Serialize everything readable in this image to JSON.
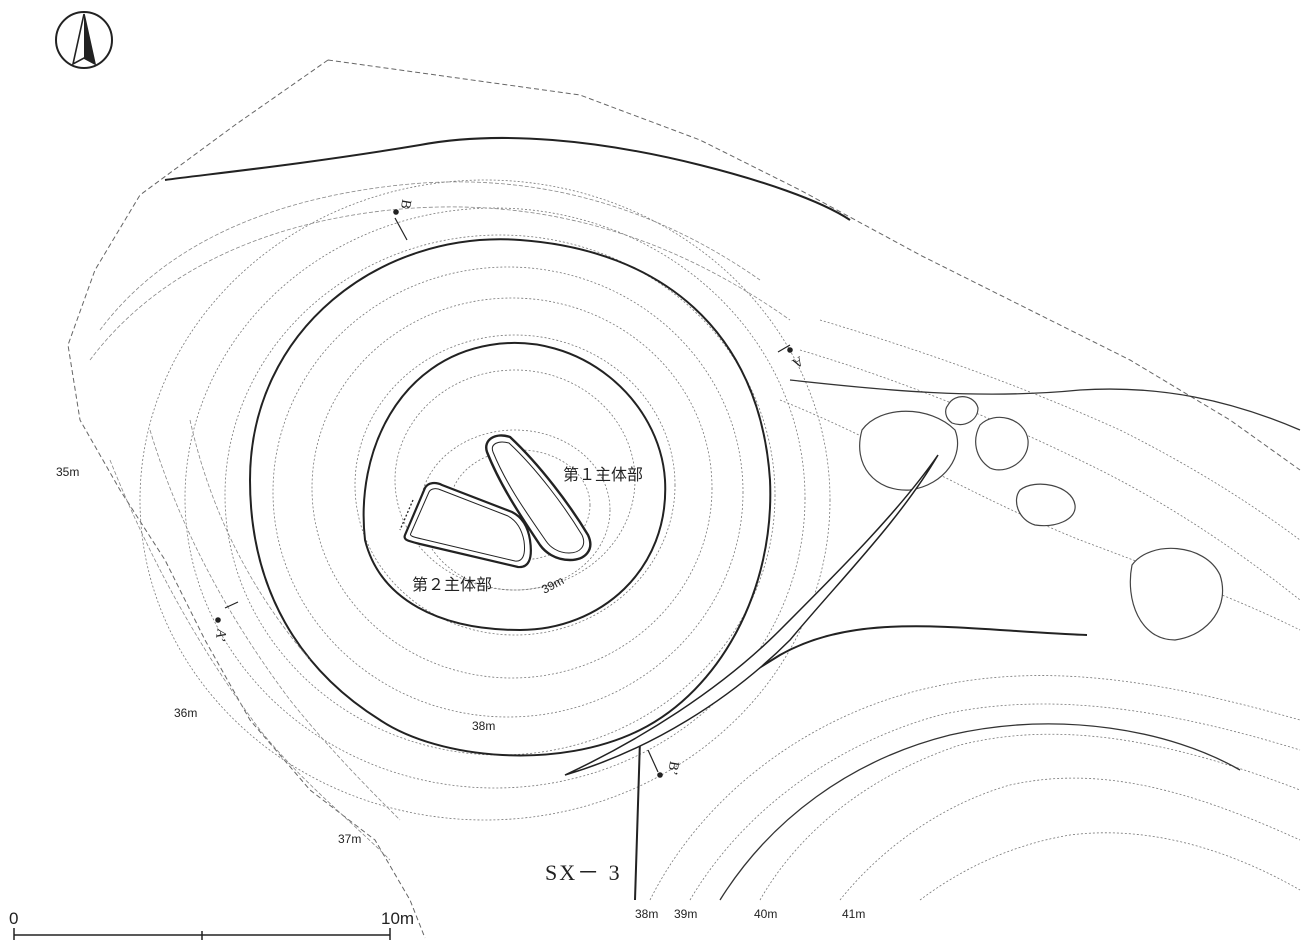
{
  "feature_id": "SX－ 3",
  "burials": {
    "first": "第１主体部",
    "second": "第２主体部"
  },
  "contours": {
    "c35": "35m",
    "c36": "36m",
    "c37": "37m",
    "c38_left": "38m",
    "c39_center": "39m",
    "c38_bottom": "38m",
    "c39_bottom": "39m",
    "c40_bottom": "40m",
    "c41_bottom": "41m"
  },
  "section_points": {
    "a": "A",
    "a_prime": "A’",
    "b": "B",
    "b_prime": "B’"
  },
  "scale": {
    "start": "0",
    "end": "10m"
  },
  "north_arrow": "north-arrow-icon"
}
